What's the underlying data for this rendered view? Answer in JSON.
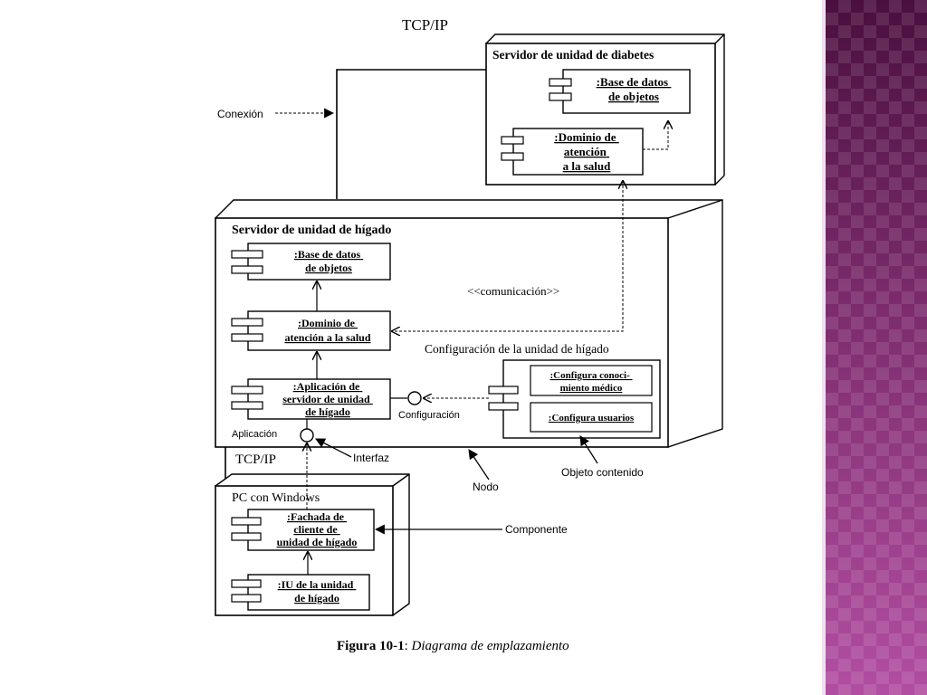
{
  "diagram": {
    "top_protocol": "TCP/IP",
    "bottom_protocol": "TCP/IP",
    "stereotype": "<<comunicación>>",
    "nodes": {
      "diabetes": {
        "title": "Servidor de unidad de diabetes",
        "components": [
          {
            "lines": [
              ":Base de datos",
              "de objetos"
            ]
          },
          {
            "lines": [
              ":Dominio de",
              "atención",
              "a la salud"
            ]
          }
        ]
      },
      "liver": {
        "title": "Servidor de unidad de hígado",
        "components": [
          {
            "lines": [
              ":Base de datos",
              "de objetos"
            ]
          },
          {
            "lines": [
              ":Dominio de",
              "atención a la salud"
            ]
          },
          {
            "lines": [
              ":Aplicación de",
              "servidor de unidad",
              "de hígado"
            ]
          }
        ],
        "config_title": "Configuración de la unidad de hígado",
        "config_items": [
          {
            "lines": [
              ":Configura conoci-",
              "miento médico"
            ]
          },
          {
            "lines": [
              ":Configura usuarios"
            ]
          }
        ]
      },
      "pc": {
        "title": "PC con Windows",
        "components": [
          {
            "lines": [
              ":Fachada de",
              "cliente de",
              "unidad de hígado"
            ]
          },
          {
            "lines": [
              ":IU de la unidad",
              "de hígado"
            ]
          }
        ]
      }
    },
    "interfaces": {
      "aplicacion": "Aplicación",
      "configuracion": "Configuración"
    },
    "annotations": {
      "conexion": "Conexión",
      "interfaz": "Interfaz",
      "nodo": "Nodo",
      "objeto_contenido": "Objeto contenido",
      "componente": "Componente"
    },
    "caption": {
      "label": "Figura 10-1",
      "separator": ":",
      "text": " Diagrama de emplazamiento"
    }
  },
  "colors": {
    "side_panel_top": "#4a0f3e",
    "side_panel_bottom": "#b24ea2",
    "ink": "#000000"
  }
}
